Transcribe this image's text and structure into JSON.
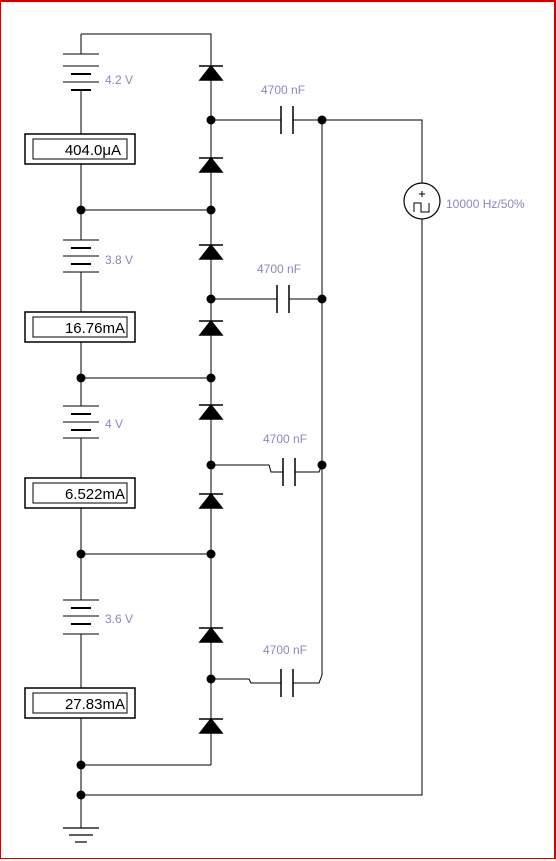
{
  "colors": {
    "wire": "#000000",
    "label": "#8a8ab8",
    "frame": "#d00000",
    "background": "#ffffff"
  },
  "batteries": [
    {
      "voltage": "4.2 V"
    },
    {
      "voltage": "3.8 V"
    },
    {
      "voltage": "4 V"
    },
    {
      "voltage": "3.6 V"
    }
  ],
  "ammeters": [
    {
      "reading": "404.0μA"
    },
    {
      "reading": "16.76mA"
    },
    {
      "reading": "6.522mA"
    },
    {
      "reading": "27.83mA"
    }
  ],
  "capacitors": [
    {
      "value": "4700 nF"
    },
    {
      "value": "4700 nF"
    },
    {
      "value": "4700 nF"
    },
    {
      "value": "4700 nF"
    }
  ],
  "source": {
    "label": "10000 Hz/50%",
    "icon": "square-wave-source-icon"
  },
  "ground": {
    "icon": "ground-icon"
  }
}
